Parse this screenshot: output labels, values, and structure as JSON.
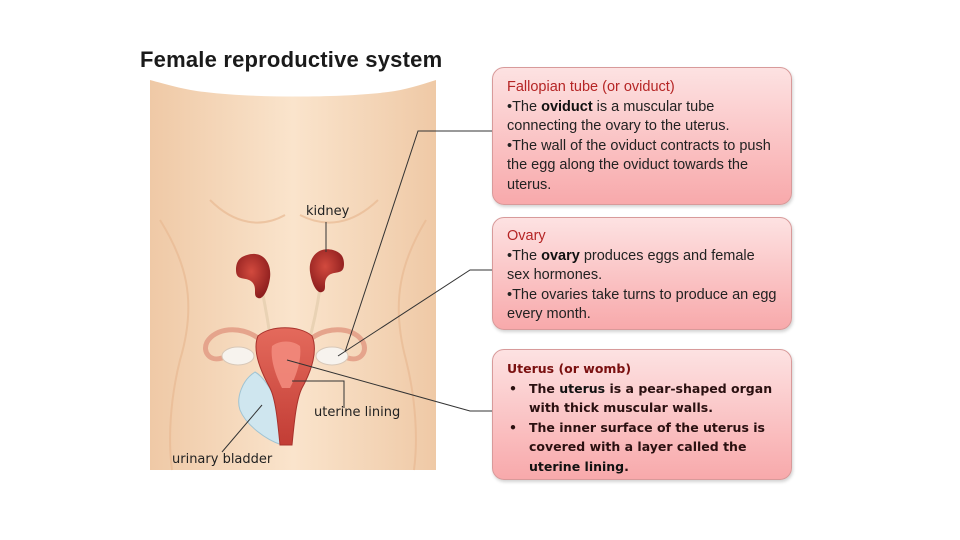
{
  "title": "Female reproductive system",
  "labels": {
    "kidney": "kidney",
    "uterine_lining": "uterine lining",
    "urinary_bladder": "urinary bladder"
  },
  "boxes": {
    "fallopian": {
      "heading": "Fallopian tube (or oviduct)",
      "b1_pre": "•The ",
      "b1_bold": "oviduct",
      "b1_post": " is a muscular tube connecting the ovary to the uterus.",
      "b2": "•The wall of the oviduct contracts to push the egg along the oviduct towards the uterus."
    },
    "ovary": {
      "heading": "Ovary",
      "b1_pre": "•The ",
      "b1_bold": "ovary",
      "b1_post": " produces eggs and female sex hormones.",
      "b2": "•The ovaries take turns to produce an egg every month."
    },
    "uterus": {
      "heading": "Uterus (or womb)",
      "b1_pre": "The ",
      "b1_bold": "uterus",
      "b1_post": " is a pear-shaped organ with thick muscular walls.",
      "b2_pre": "The inner surface of the uterus is covered with a layer called the ",
      "b2_bold": "uterine lining",
      "b2_post": "."
    }
  },
  "colors": {
    "skin": "#f7dcc0",
    "kidney": "#b52a2a",
    "uterus": "#d9584f",
    "bladder": "#cfe6ef",
    "box_heading": "#b52525"
  }
}
